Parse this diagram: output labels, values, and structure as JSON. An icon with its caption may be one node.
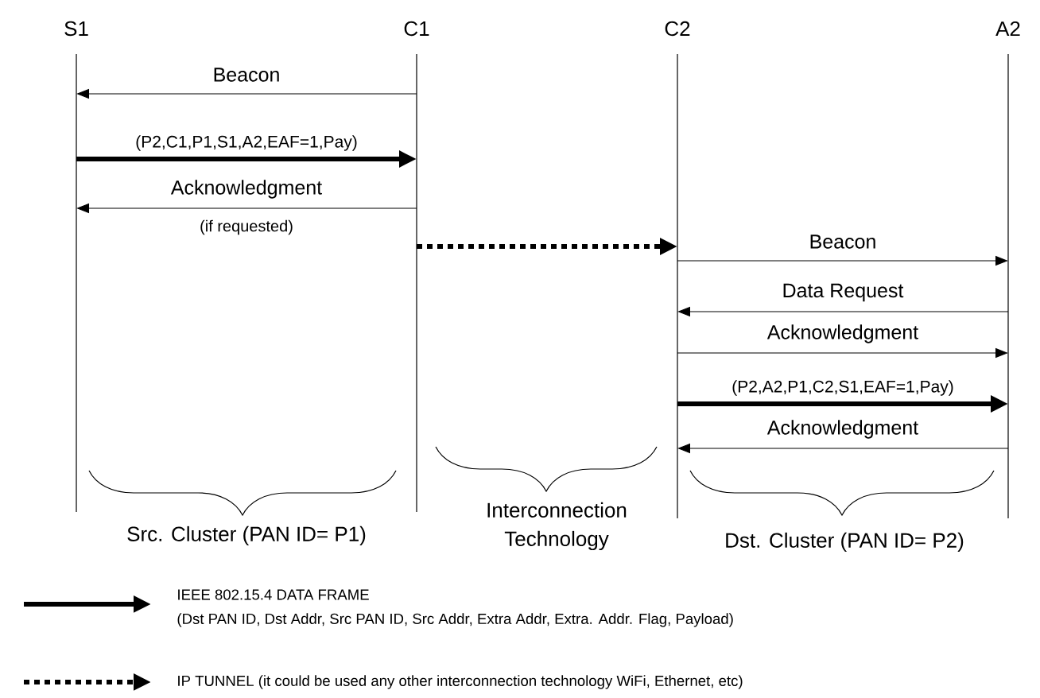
{
  "diagram": {
    "nodes": [
      {
        "text": [
          "S1"
        ]
      },
      {
        "text": [
          "C1"
        ]
      },
      {
        "text": [
          "C2"
        ]
      },
      {
        "text": [
          "A2"
        ]
      }
    ],
    "edges": [
      {
        "from": 1,
        "to": 0,
        "arrow": "to",
        "label": "Beacon"
      },
      {
        "from": 0,
        "to": 1,
        "arrow": "to",
        "style": "thick",
        "label": "(P2,C1,P1,S1,A2,EAF=1,Pay)"
      },
      {
        "from": 1,
        "to": 0,
        "arrow": "to",
        "label": "Acknowledgment"
      },
      {
        "from": 1,
        "to": 2,
        "arrow": "to",
        "style": "dashed"
      },
      {
        "from": 2,
        "to": 3,
        "arrow": "to",
        "label": "Beacon"
      },
      {
        "from": 3,
        "to": 2,
        "arrow": "to",
        "label": "Data Request"
      },
      {
        "from": 2,
        "to": 3,
        "arrow": "to",
        "label": "Acknowledgment"
      },
      {
        "from": 2,
        "to": 3,
        "arrow": "to",
        "style": "thick",
        "label": "(P2,A2,P1,C2,S1,EAF=1,Pay)"
      },
      {
        "from": 3,
        "to": 2,
        "arrow": "to",
        "label": "Acknowledgment"
      }
    ],
    "labels": [
      "(if requested)",
      "Src. Cluster (PAN ID= P1)",
      "Interconnection Technology",
      "Dst. Cluster (PAN ID= P2)",
      "(Dst PAN ID, Dst Addr, Src PAN ID, Src Addr, Extra Addr, Extra. Addr. Flag, Payload)"
    ],
    "legend": [
      {
        "text": "IEEE 802.15.4 DATA FRAME"
      },
      {
        "text": "IP TUNNEL (it could be used any other interconnection technology WiFi, Ethernet, etc)"
      }
    ]
  }
}
